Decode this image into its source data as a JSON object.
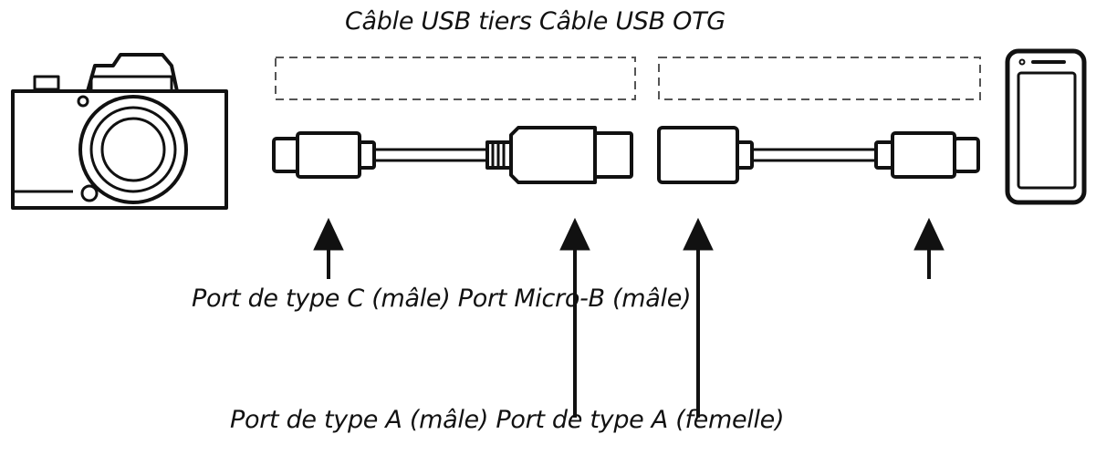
{
  "diagram": {
    "title": "Câble USB tiers Câble USB OTG",
    "label_row_1": "Port de type C (mâle) Port Micro-B (mâle)",
    "label_row_2": "Port de type A (mâle) Port de type A (femelle)"
  },
  "colors": {
    "ink": "#111111",
    "background": "#ffffff",
    "dash": "#555555"
  },
  "icons": [
    "camera-icon",
    "usb-c-plug-icon",
    "micro-b-plug-icon",
    "usb-a-female-icon",
    "usb-c-plug-icon",
    "smartphone-icon",
    "arrow-up-icon"
  ]
}
